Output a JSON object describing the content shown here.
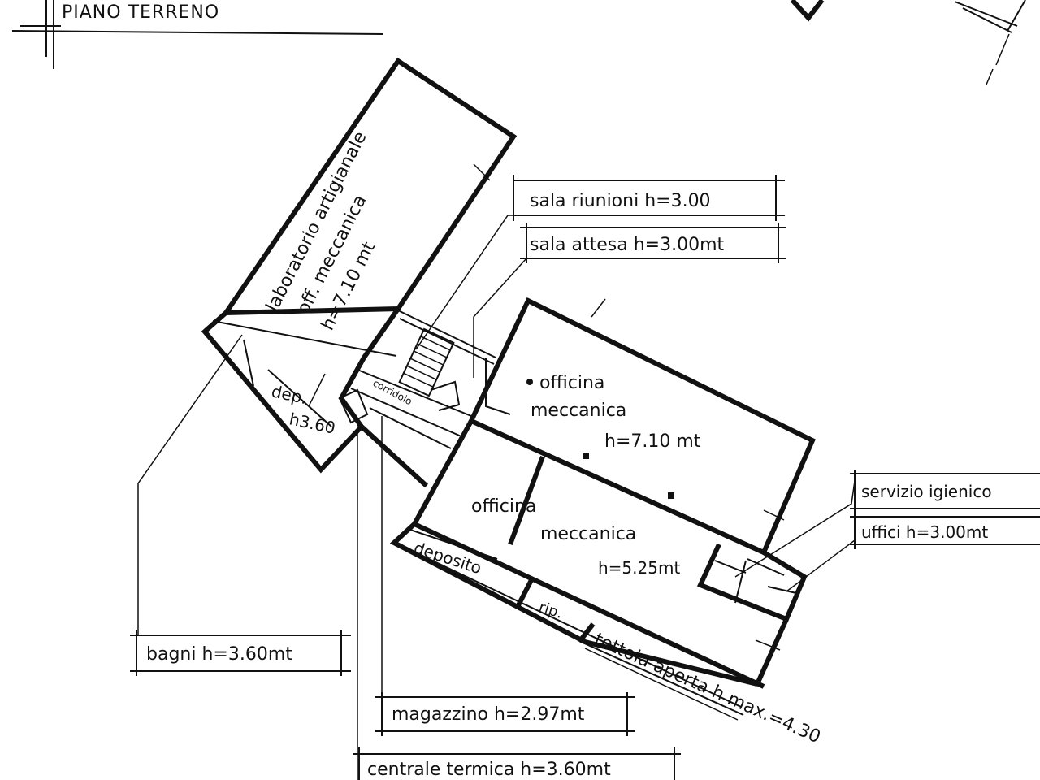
{
  "title": "PIANO  TERRENO",
  "rooms": {
    "laboratorio": "laboratorio artigianale",
    "laboratorio_sub": "off. meccanica",
    "laboratorio_h": "h=7.10 mt",
    "dep": "dep.",
    "dep_h": "h3.60",
    "corridoio": "corridoio",
    "officina_grande": "officina",
    "officina_grande_sub": "meccanica",
    "officina_grande_h": "h=7.10 mt",
    "officina_media": "officina",
    "officina_media_sub": "meccanica",
    "officina_media_h": "h=5.25mt",
    "deposito": "deposito",
    "rip": "rip.",
    "tettoia": "tettoia aperta h max.=4.30"
  },
  "callouts": {
    "sala_riunioni": "sala  riunioni  h=3.00",
    "sala_attesa": "sala attesa h=3.00mt",
    "servizio_igienico": "servizio igienico",
    "uffici": "uffici    h=3.00mt",
    "bagni": "bagni   h=3.60mt",
    "magazzino": "magazzino h=2.97mt",
    "centrale_termica": "centrale termica  h=3.60mt"
  }
}
